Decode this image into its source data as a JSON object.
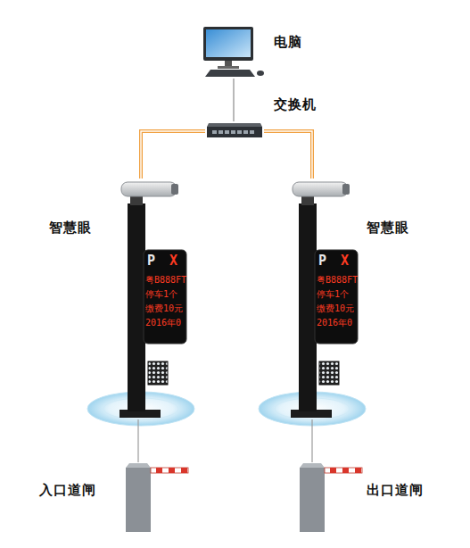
{
  "diagram": {
    "nodes": [
      {
        "text": [
          "电脑"
        ]
      },
      {
        "text": [
          "交换机"
        ]
      },
      {
        "text": [
          "智慧眼"
        ]
      },
      {
        "text": [
          "智慧眼"
        ]
      },
      {
        "text": [
          "入口道闸"
        ]
      },
      {
        "text": [
          "出口道闸"
        ]
      }
    ],
    "edges": [
      {
        "from": 0,
        "to": 1,
        "arrow": "none"
      },
      {
        "from": 1,
        "to": 2,
        "arrow": "none"
      },
      {
        "from": 1,
        "to": 3,
        "arrow": "none"
      },
      {
        "from": 2,
        "to": 4,
        "arrow": "none"
      },
      {
        "from": 3,
        "to": 5,
        "arrow": "none"
      }
    ],
    "labels": [
      "P",
      "X",
      "粤B888FT",
      "停车1个",
      "缴费10元",
      "2016年0",
      "P",
      "X",
      "粤B888FT",
      "停车1个",
      "缴费10元",
      "2016年0"
    ]
  }
}
